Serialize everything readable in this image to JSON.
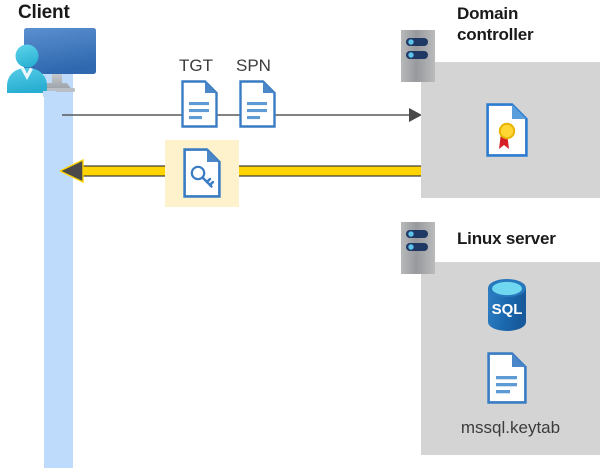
{
  "diagram": {
    "title_nodes": {
      "client": "Client",
      "domain_controller": "Domain\ncontroller",
      "domain_controller_line1": "Domain",
      "domain_controller_line2": "controller",
      "linux_server": "Linux server"
    },
    "labels": {
      "tgt": "TGT",
      "spn": "SPN",
      "keytab_file": "mssql.keytab",
      "sql_db": "SQL"
    },
    "icons": {
      "client": "user-at-monitor-icon",
      "server_dc": "server-rack-icon",
      "server_linux": "server-rack-icon",
      "tgt_doc": "document-icon",
      "spn_doc": "document-icon",
      "ticket_key_doc": "document-with-key-icon",
      "certificate": "certificate-document-icon",
      "sql_database": "sql-database-icon",
      "keytab_doc": "document-icon"
    },
    "flows": [
      {
        "name": "request-flow",
        "direction": "client-to-domain-controller",
        "style": "thin-gray-arrow",
        "carries": [
          "TGT",
          "SPN"
        ]
      },
      {
        "name": "response-flow",
        "direction": "domain-controller-to-client",
        "style": "thick-yellow-arrow",
        "carries": [
          "service-ticket"
        ]
      }
    ],
    "colors": {
      "lifeline": "#bfdbfc",
      "zone_fill": "#d4d4d4",
      "highlight_fill": "#fdf2cc",
      "arrow_yellow": "#ffd400",
      "arrow_gray": "#595959",
      "doc_blue": "#3a7cc4",
      "doc_blue_dark": "#2b6cb5",
      "sql_blue": "#1f6bb0",
      "monitor_blue": "#3f74b8",
      "person_cyan": "#35c1e0",
      "cert_gold": "#f5c518",
      "cert_red": "#d42026",
      "server_navy": "#1f3864",
      "text_dark": "#1a1a1a",
      "text_gray": "#3c3c3c"
    }
  }
}
